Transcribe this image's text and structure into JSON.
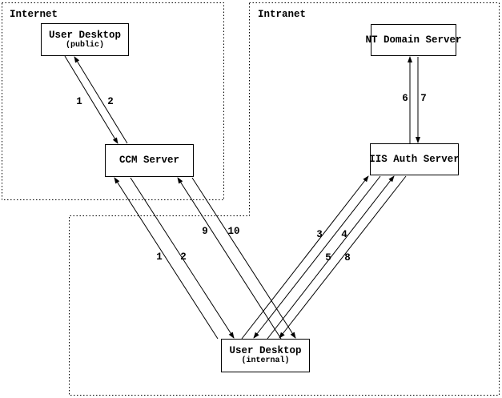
{
  "diagram": {
    "regions": {
      "internet": {
        "label": "Internet"
      },
      "intranet": {
        "label": "Intranet"
      }
    },
    "nodes": {
      "user_desktop_public": {
        "title": "User Desktop",
        "subtitle": "(public)"
      },
      "nt_domain_server": {
        "title": "NT Domain Server"
      },
      "ccm_server": {
        "title": "CCM Server"
      },
      "iis_auth_server": {
        "title": "IIS Auth Server"
      },
      "user_desktop_internal": {
        "title": "User Desktop",
        "subtitle": "(internal)"
      }
    },
    "step_labels": {
      "public_to_ccm_1": "1",
      "ccm_to_public_2": "2",
      "internal_to_ccm_1": "1",
      "ccm_to_internal_2": "2",
      "internal_to_ccm_9": "9",
      "ccm_to_internal_10": "10",
      "internal_to_iis_3": "3",
      "iis_to_internal_4": "4",
      "internal_to_iis_5": "5",
      "iis_to_internal_8": "8",
      "iis_to_nt_6": "6",
      "nt_to_iis_7": "7"
    },
    "colors": {
      "line": "#000000",
      "background": "#ffffff"
    }
  }
}
